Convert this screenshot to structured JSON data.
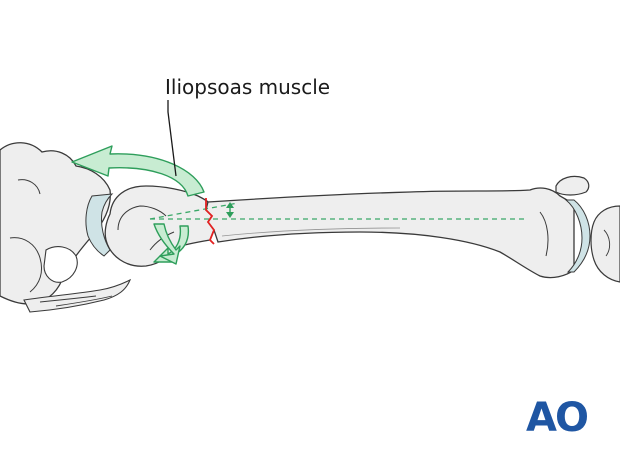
{
  "annotation": {
    "label": "Iliopsoas muscle"
  },
  "logo": {
    "text": "AO"
  },
  "colors": {
    "bone_fill": "#eeeeee",
    "bone_outline": "#3a3a3a",
    "cartilage": "#cfe3e6",
    "arrow_fill": "#c8ecd2",
    "arrow_outline": "#2e9e5b",
    "fracture_line": "#e32222",
    "axis_line": "#3aa868",
    "logo": "#1f56a3"
  },
  "icons": {
    "rotation_arrow_proximal": "curved-arrow",
    "rotation_arrow_distal": "curved-arrow",
    "angle_marker": "double-headed-arrow"
  }
}
